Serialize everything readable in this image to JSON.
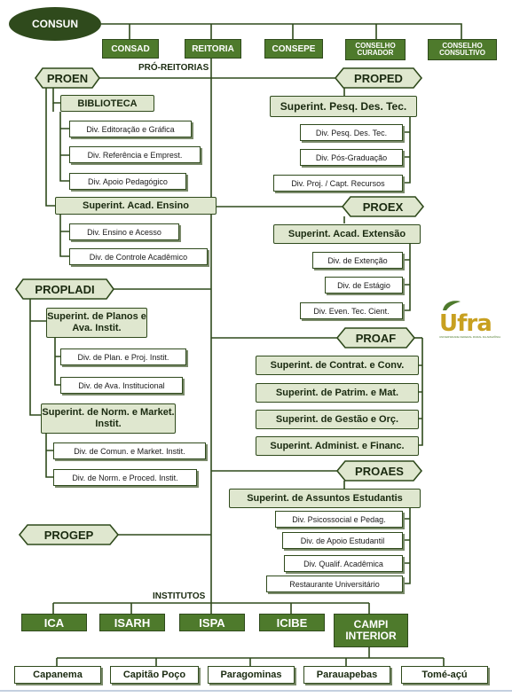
{
  "top": {
    "consun": "CONSUN"
  },
  "councils": [
    "CONSAD",
    "REITORIA",
    "CONSEPE",
    "CONSELHO CURADOR",
    "CONSELHO CONSULTIVO"
  ],
  "pro_reitorias_label": "PRÓ-REITORIAS",
  "proen": {
    "title": "PROEN",
    "biblioteca": "BIBLIOTECA",
    "biblioteca_divs": [
      "Div. Editoração e Gráfica",
      "Div. Referência e Emprest.",
      "Div. Apoio Pedagógico"
    ],
    "superint": "Superint. Acad. Ensino",
    "superint_divs": [
      "Div. Ensino e Acesso",
      "Div. de Controle Acadêmico"
    ]
  },
  "propladi": {
    "title": "PROPLADI",
    "superint1": "Superint. de Planos e Ava. Instit.",
    "superint1_divs": [
      "Div. de Plan. e Proj. Instit.",
      "Div. de Ava. Institucional"
    ],
    "superint2": "Superint. de Norm. e Market. Instit.",
    "superint2_divs": [
      "Div. de Comun. e Market. Instit.",
      "Div. de Norm. e Proced. Instit."
    ]
  },
  "progep": {
    "title": "PROGEP"
  },
  "proped": {
    "title": "PROPED",
    "superint": "Superint. Pesq. Des. Tec.",
    "divs": [
      "Div. Pesq. Des. Tec.",
      "Div. Pós-Graduação",
      "Div. Proj. / Capt. Recursos"
    ]
  },
  "proex": {
    "title": "PROEX",
    "superint": "Superint. Acad. Extensão",
    "divs": [
      "Div. de Extenção",
      "Div. de Estágio",
      "Div. Even. Tec. Cient."
    ]
  },
  "proaf": {
    "title": "PROAF",
    "superints": [
      "Superint. de Contrat. e Conv.",
      "Superint. de Patrim. e Mat.",
      "Superint. de Gestão e Orç.",
      "Superint. Administ. e Financ."
    ]
  },
  "proaes": {
    "title": "PROAES",
    "superint": "Superint. de Assuntos Estudantis",
    "divs": [
      "Div. Psicossocial e Pedag.",
      "Div. de Apoio Estudantil",
      "Div. Qualif. Acadêmica",
      "Restaurante Universitário"
    ]
  },
  "institutos_label": "INSTITUTOS",
  "institutos": [
    "ICA",
    "ISARH",
    "ISPA",
    "ICIBE",
    "CAMPI INTERIOR"
  ],
  "campi": [
    "Capanema",
    "Capitão Poço",
    "Paragominas",
    "Parauapebas",
    "Tomé-açú"
  ],
  "logo": {
    "text": "Ufra",
    "subtitle": "UNIVERSIDADE FEDERAL RURAL DA AMAZÔNIA"
  },
  "colors": {
    "dark_green": "#2f4a1c",
    "mid_green": "#4e7a2c",
    "light_green": "#dfe7cf",
    "logo_gold": "#c8a020"
  }
}
